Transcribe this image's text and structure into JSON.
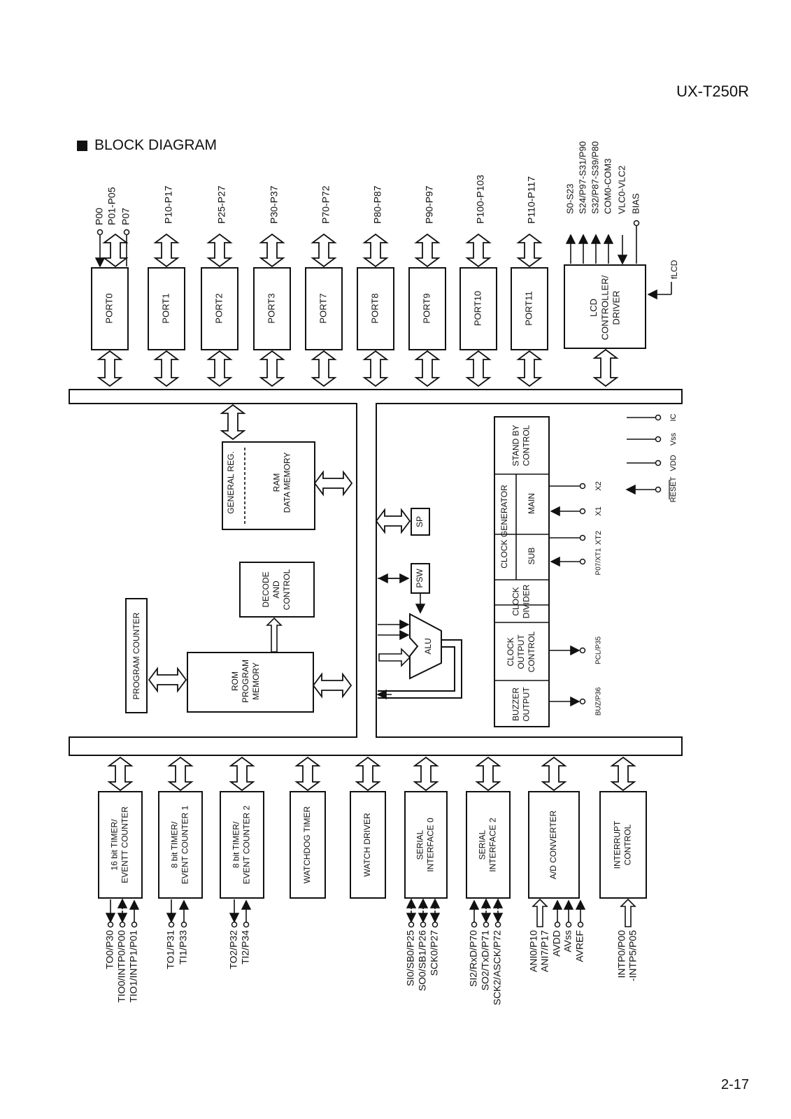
{
  "header": {
    "model": "UX-T250R",
    "title": "BLOCK DIAGRAM",
    "page_number": "2-17"
  },
  "ports": [
    {
      "label": "PORT0",
      "pins": [
        "P00",
        "P01-P05",
        "P07"
      ]
    },
    {
      "label": "PORT1",
      "pins": [
        "P10-P17"
      ]
    },
    {
      "label": "PORT2",
      "pins": [
        "P25-P27"
      ]
    },
    {
      "label": "PORT3",
      "pins": [
        "P30-P37"
      ]
    },
    {
      "label": "PORT7",
      "pins": [
        "P70-P72"
      ]
    },
    {
      "label": "PORT8",
      "pins": [
        "P80-P87"
      ]
    },
    {
      "label": "PORT9",
      "pins": [
        "P90-P97"
      ]
    },
    {
      "label": "PORT10",
      "pins": [
        "P100-P103"
      ]
    },
    {
      "label": "PORT11",
      "pins": [
        "P110-P117"
      ]
    }
  ],
  "lcd": {
    "lines": [
      "LCD",
      "CONTROLLER/",
      "DRIVER"
    ],
    "pins": [
      "S0-S23",
      "S24/P97-S31/P90",
      "S32/P87-S39/P80",
      "COM0-COM3",
      "VLC0-VLC2",
      "BIAS"
    ],
    "clock_input": "fLCD"
  },
  "core": {
    "general_reg": "GENERAL REG.",
    "ram_lines": [
      "RAM",
      "DATA MEMORY"
    ],
    "program_counter": "PROGRAM COUNTER",
    "rom_lines": [
      "ROM",
      "PROGRAM",
      "MEMORY"
    ],
    "decode_lines": [
      "DECODE",
      "AND",
      "CONTROL"
    ],
    "sp": "SP",
    "psw": "PSW",
    "alu": "ALU"
  },
  "system": {
    "standby_lines": [
      "STAND BY",
      "CONTROL"
    ],
    "clock_generator": "CLOCK GENERATOR",
    "main": "MAIN",
    "sub": "SUB",
    "clock_divider_lines": [
      "CLOCK",
      "DIVIDER"
    ],
    "clock_output_lines": [
      "CLOCK",
      "OUTPUT",
      "CONTROL"
    ],
    "buzzer_output_lines": [
      "BUZZER",
      "OUTPUT"
    ],
    "pins": {
      "x2": "X2",
      "x1": "X1",
      "xt2": "XT2",
      "xt1": "P07/XT1",
      "pcl": "PCL/P35",
      "buz": "BUZ/P36"
    },
    "power_pins": [
      "RESET",
      "VDD",
      "Vss",
      "IC"
    ]
  },
  "peripherals": [
    {
      "lines": [
        "16 bit TIMER/",
        "EVENTT COUNTER"
      ],
      "pins": [
        "TO0/P30",
        "TIO0/INTP0/P00",
        "TIO1/INTP1/P01"
      ]
    },
    {
      "lines": [
        "8 bit TIMER/",
        "EVENT COUNTER 1"
      ],
      "pins": [
        "TO1/P31",
        "TI1/P33"
      ]
    },
    {
      "lines": [
        "8 bit TIMER/",
        "EVENT COUNTER 2"
      ],
      "pins": [
        "TO2/P32",
        "TI2/P34"
      ]
    },
    {
      "lines": [
        "WATCHDOG TIMER"
      ],
      "pins": []
    },
    {
      "lines": [
        "WATCH DRIVER"
      ],
      "pins": []
    },
    {
      "lines": [
        "SERIAL",
        "INTERFACE 0"
      ],
      "pins": [
        "SI0/SB0/P25",
        "SO0/SB1/P26",
        "SCK0/P27"
      ]
    },
    {
      "lines": [
        "SERIAL",
        "INTERFACE 2"
      ],
      "pins": [
        "SI2/RxD/P70",
        "SO2/TxD/P71",
        "SCK2/ASCK/P72"
      ]
    },
    {
      "lines": [
        "A/D CONVERTER"
      ],
      "pins": [
        "ANI0/P10",
        "ANI7/P17",
        "AVDD",
        "AVss",
        "AVREF"
      ]
    },
    {
      "lines": [
        "INTERRUPT",
        "CONTROL"
      ],
      "pins": [
        "INTP0/P00",
        "-INTP5/P05"
      ]
    }
  ]
}
